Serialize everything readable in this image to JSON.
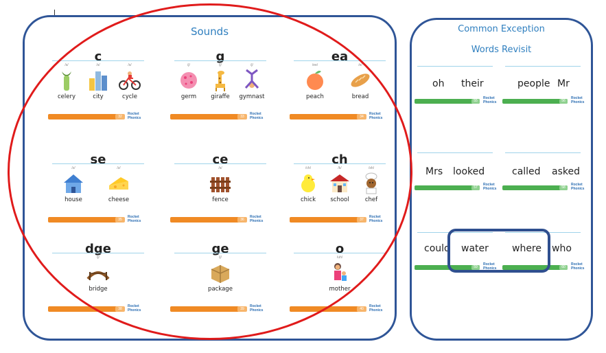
{
  "sounds": {
    "title": "Sounds",
    "cards": [
      {
        "heading": "c",
        "number": "32",
        "items": [
          {
            "phoneme": "/s/",
            "word": "celery",
            "icon": "celery-icon"
          },
          {
            "phoneme": "/s/",
            "word": "city",
            "icon": "city-icon"
          },
          {
            "phoneme": "/s/",
            "word": "cycle",
            "icon": "bicycle-icon"
          }
        ]
      },
      {
        "heading": "g",
        "number": "33",
        "items": [
          {
            "phoneme": "/j/",
            "word": "germ",
            "icon": "germ-icon"
          },
          {
            "phoneme": "/j/",
            "word": "giraffe",
            "icon": "giraffe-icon"
          },
          {
            "phoneme": "/j/",
            "word": "gymnast",
            "icon": "gymnast-icon"
          }
        ]
      },
      {
        "heading": "ea",
        "number": "34",
        "items": [
          {
            "phoneme": "/ee/",
            "word": "peach",
            "icon": "peach-icon"
          },
          {
            "phoneme": "/e/",
            "word": "bread",
            "icon": "bread-icon"
          }
        ]
      },
      {
        "heading": "se",
        "number": "35",
        "items": [
          {
            "phoneme": "/z/",
            "word": "house",
            "icon": "house-icon"
          },
          {
            "phoneme": "/z/",
            "word": "cheese",
            "icon": "cheese-icon"
          }
        ]
      },
      {
        "heading": "ce",
        "number": "36",
        "items": [
          {
            "phoneme": "/s/",
            "word": "fence",
            "icon": "fence-icon"
          }
        ]
      },
      {
        "heading": "ch",
        "number": "37",
        "items": [
          {
            "phoneme": "/ch/",
            "word": "chick",
            "icon": "chick-icon"
          },
          {
            "phoneme": "/k/",
            "word": "school",
            "icon": "school-icon"
          },
          {
            "phoneme": "/sh/",
            "word": "chef",
            "icon": "chef-icon"
          }
        ]
      },
      {
        "heading": "dge",
        "number": "38",
        "items": [
          {
            "phoneme": "/j/",
            "word": "bridge",
            "icon": "bridge-icon"
          }
        ]
      },
      {
        "heading": "ge",
        "number": "39",
        "items": [
          {
            "phoneme": "/j/",
            "word": "package",
            "icon": "package-icon"
          }
        ]
      },
      {
        "heading": "o",
        "number": "40",
        "items": [
          {
            "phoneme": "/uh/",
            "word": "mother",
            "icon": "mother-icon"
          }
        ]
      }
    ]
  },
  "exceptions": {
    "title_line1": "Common Exception",
    "title_line2": "Words Revisit",
    "cards": [
      {
        "words": [
          "oh",
          "their"
        ],
        "number": "55"
      },
      {
        "words": [
          "people",
          "Mr"
        ],
        "number": "56"
      },
      {
        "words": [
          "Mrs",
          "looked"
        ],
        "number": "57"
      },
      {
        "words": [
          "called",
          "asked"
        ],
        "number": "58"
      },
      {
        "words": [
          "could",
          "water"
        ],
        "number": "59"
      },
      {
        "words": [
          "where",
          "who"
        ],
        "number": "60"
      }
    ]
  },
  "logo_text": [
    "Rocket",
    "Phonics"
  ],
  "colors": {
    "panel_border": "#2f5597",
    "title": "#2f7fbf",
    "red_ellipse": "#e01b1b",
    "orange_bar": "#f08a24",
    "green_bar": "#4caf50"
  }
}
